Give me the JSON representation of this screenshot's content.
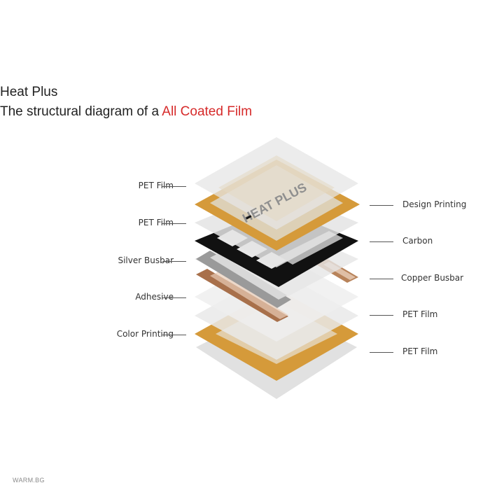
{
  "heading": {
    "line1": "Heat Plus",
    "line2_prefix": "The structural diagram of a ",
    "line2_accent": "All Coated Film"
  },
  "colors": {
    "accent": "#d62a2a",
    "pet_film": "#e3e3e3",
    "gold_printing": "#d59a3a",
    "carbon": "#111111",
    "silver_busbar": "#9a9a9a",
    "copper_busbar": "#b8835a",
    "design_print_fill": "#d9ccb0"
  },
  "labels_left": [
    "PET Film",
    "PET Film",
    "Silver Busbar",
    "Adhesive",
    "Color Printing"
  ],
  "labels_right": [
    "Design Printing",
    "Carbon",
    "Copper Busbar",
    "PET Film",
    "PET Film"
  ],
  "logo_text": "HEAT PLUS",
  "watermark": "WARM.BG"
}
